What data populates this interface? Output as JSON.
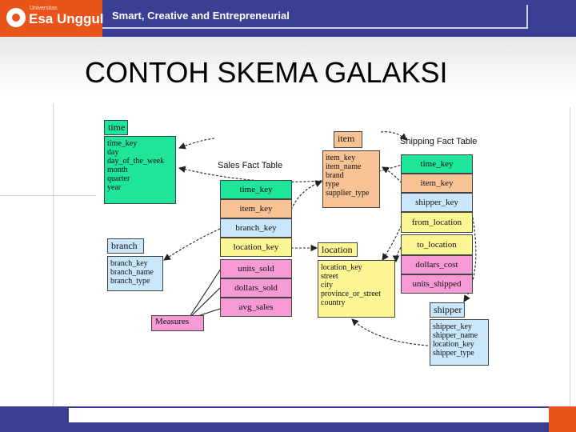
{
  "header": {
    "brand_small": "Universitas",
    "brand": "Esa Unggul",
    "tagline": "Smart, Creative and Entrepreneurial"
  },
  "slide": {
    "title": "CONTOH SKEMA GALAKSI"
  },
  "diagram": {
    "time": {
      "name": "time",
      "attributes": [
        "time_key",
        "day",
        "day_of_the_week",
        "month",
        "quarter",
        "year"
      ]
    },
    "branch": {
      "name": "branch",
      "attributes": [
        "branch_key",
        "branch_name",
        "branch_type"
      ]
    },
    "item": {
      "name": "item",
      "attributes": [
        "item_key",
        "item_name",
        "brand",
        "type",
        "supplier_type"
      ]
    },
    "location": {
      "name": "location",
      "attributes": [
        "location_key",
        "street",
        "city",
        "province_or_street",
        "country"
      ]
    },
    "shipper": {
      "name": "shipper",
      "attributes": [
        "shipper_key",
        "shipper_name",
        "location_key",
        "shipper_type"
      ]
    },
    "sales_fact": {
      "title": "Sales Fact Table",
      "keys": [
        "time_key",
        "item_key",
        "branch_key",
        "location_key"
      ],
      "measures": [
        "units_sold",
        "dollars_sold",
        "avg_sales"
      ]
    },
    "shipping_fact": {
      "title": "Shipping Fact Table",
      "keys": [
        "time_key",
        "item_key",
        "shipper_key",
        "from_location",
        "to_location"
      ],
      "measures": [
        "dollars_cost",
        "units_shipped"
      ]
    },
    "measures_label": "Measures",
    "colors": {
      "time": "#1ee59a",
      "item": "#f7c394",
      "branch": "#c9e6fb",
      "location": "#fbf593",
      "shipper": "#c9e6fb",
      "measure": "#f59ad4"
    }
  }
}
